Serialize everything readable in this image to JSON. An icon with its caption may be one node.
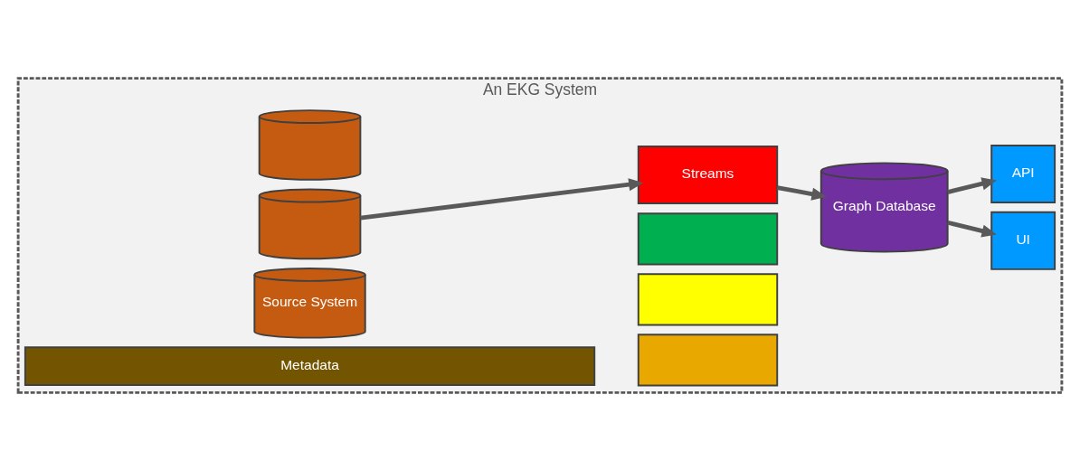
{
  "diagram": {
    "nodes": [
      {
        "text": [
          "An EKG System"
        ]
      },
      {
        "text": [],
        "shape": "cylinder",
        "in": 0
      },
      {
        "text": [],
        "shape": "cylinder",
        "in": 0
      },
      {
        "text": [
          "Source System"
        ],
        "in": 0
      },
      {
        "text": [],
        "shape": "box",
        "in": 0
      },
      {
        "text": [],
        "shape": "box",
        "in": 0
      },
      {
        "text": [],
        "shape": "box",
        "in": 0
      },
      {
        "text": [
          "Streams"
        ],
        "in": 0
      },
      {
        "text": [
          "Graph Database"
        ],
        "in": 0
      },
      {
        "text": [
          "UI"
        ],
        "in": 0
      },
      {
        "text": [
          "API"
        ],
        "in": 0
      },
      {
        "text": [
          "Metadata"
        ],
        "in": 0
      }
    ],
    "edges": [
      {
        "from": 2,
        "to": 7,
        "arrow": "to"
      },
      {
        "from": 7,
        "to": 8,
        "arrow": "to"
      },
      {
        "from": 8,
        "to": 9,
        "arrow": "to"
      },
      {
        "from": 8,
        "to": 10,
        "arrow": "to"
      }
    ]
  }
}
